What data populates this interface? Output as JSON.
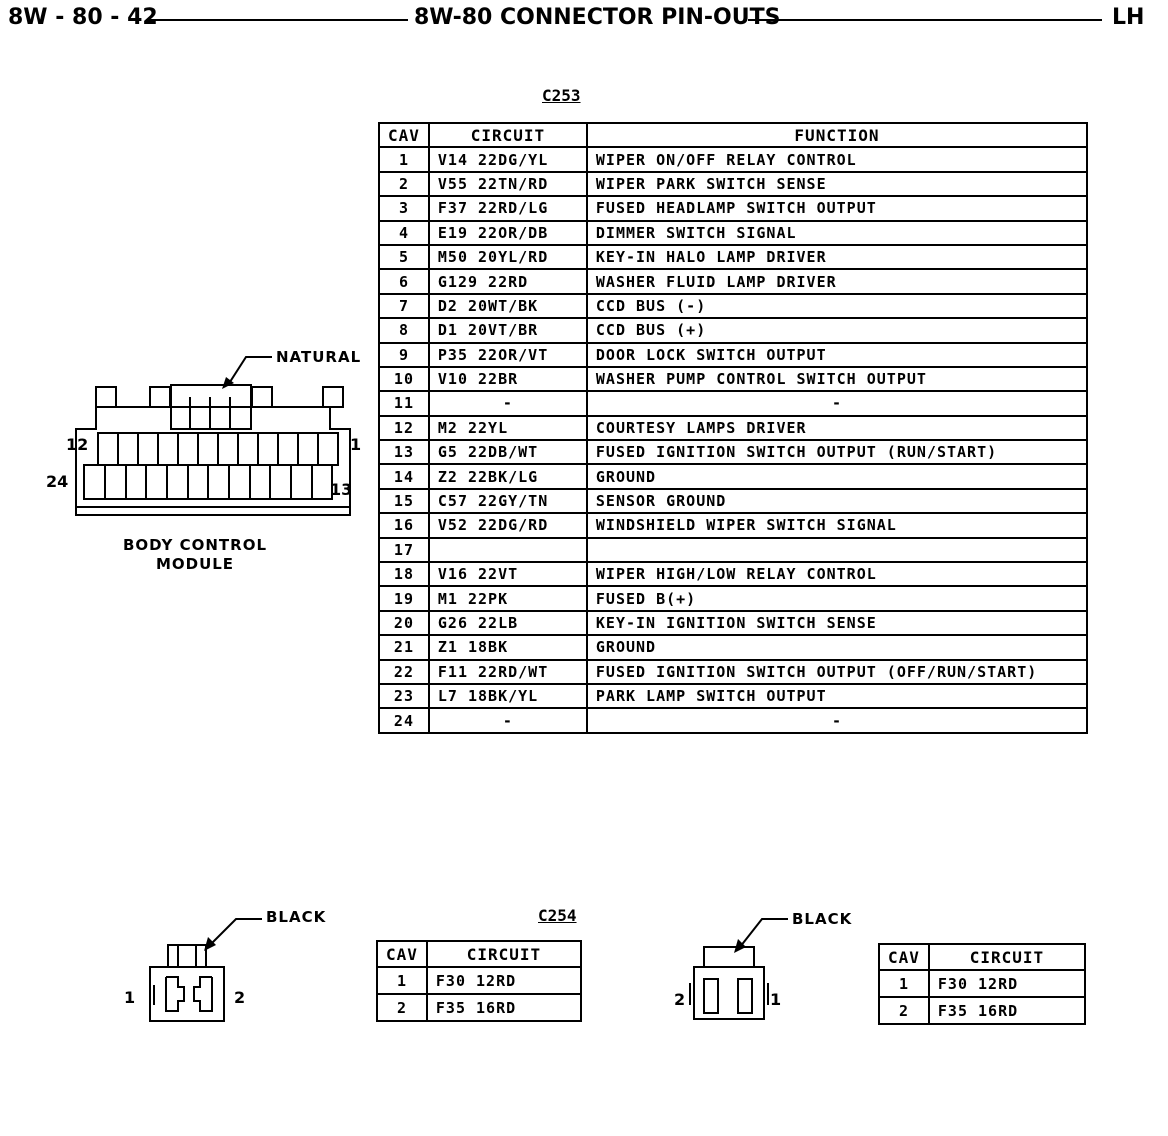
{
  "header": {
    "page_number": "8W - 80 - 42",
    "title": "8W-80 CONNECTOR PIN-OUTS",
    "side": "LH"
  },
  "c253": {
    "caption": "C253",
    "headers": [
      "CAV",
      "CIRCUIT",
      "FUNCTION"
    ],
    "rows": [
      {
        "cav": "1",
        "circuit": "V14 22DG/YL",
        "function": "WIPER ON/OFF RELAY CONTROL"
      },
      {
        "cav": "2",
        "circuit": "V55 22TN/RD",
        "function": "WIPER PARK SWITCH SENSE"
      },
      {
        "cav": "3",
        "circuit": "F37 22RD/LG",
        "function": "FUSED HEADLAMP SWITCH OUTPUT"
      },
      {
        "cav": "4",
        "circuit": "E19 22OR/DB",
        "function": "DIMMER SWITCH SIGNAL"
      },
      {
        "cav": "5",
        "circuit": "M50 20YL/RD",
        "function": "KEY-IN HALO LAMP DRIVER"
      },
      {
        "cav": "6",
        "circuit": "G129 22RD",
        "function": "WASHER FLUID LAMP DRIVER"
      },
      {
        "cav": "7",
        "circuit": "D2 20WT/BK",
        "function": "CCD BUS (-)"
      },
      {
        "cav": "8",
        "circuit": "D1 20VT/BR",
        "function": "CCD BUS (+)"
      },
      {
        "cav": "9",
        "circuit": "P35 22OR/VT",
        "function": "DOOR LOCK SWITCH OUTPUT"
      },
      {
        "cav": "10",
        "circuit": "V10 22BR",
        "function": "WASHER PUMP CONTROL SWITCH OUTPUT"
      },
      {
        "cav": "11",
        "circuit": "-",
        "function": "-"
      },
      {
        "cav": "12",
        "circuit": "M2 22YL",
        "function": "COURTESY LAMPS DRIVER"
      },
      {
        "cav": "13",
        "circuit": "G5 22DB/WT",
        "function": "FUSED IGNITION SWITCH OUTPUT (RUN/START)"
      },
      {
        "cav": "14",
        "circuit": "Z2 22BK/LG",
        "function": "GROUND"
      },
      {
        "cav": "15",
        "circuit": "C57 22GY/TN",
        "function": "SENSOR GROUND"
      },
      {
        "cav": "16",
        "circuit": "V52 22DG/RD",
        "function": "WINDSHIELD WIPER SWITCH SIGNAL"
      },
      {
        "cav": "17",
        "circuit": "",
        "function": ""
      },
      {
        "cav": "18",
        "circuit": "V16 22VT",
        "function": "WIPER HIGH/LOW RELAY CONTROL"
      },
      {
        "cav": "19",
        "circuit": "M1 22PK",
        "function": "FUSED B(+)"
      },
      {
        "cav": "20",
        "circuit": "G26 22LB",
        "function": "KEY-IN IGNITION SWITCH SENSE"
      },
      {
        "cav": "21",
        "circuit": "Z1 18BK",
        "function": "GROUND"
      },
      {
        "cav": "22",
        "circuit": "F11 22RD/WT",
        "function": "FUSED IGNITION SWITCH OUTPUT (OFF/RUN/START)"
      },
      {
        "cav": "23",
        "circuit": "L7 18BK/YL",
        "function": "PARK LAMP SWITCH OUTPUT"
      },
      {
        "cav": "24",
        "circuit": "-",
        "function": "-"
      }
    ]
  },
  "bcm": {
    "color_label": "NATURAL",
    "name_line1": "BODY CONTROL",
    "name_line2": "MODULE",
    "pin_12": "12",
    "pin_1": "1",
    "pin_24": "24",
    "pin_13": "13"
  },
  "c254": {
    "caption": "C254",
    "left_color": "BLACK",
    "right_color": "BLACK",
    "left_pin_1": "1",
    "left_pin_2": "2",
    "right_pin_2": "2",
    "right_pin_1": "1",
    "headers": [
      "CAV",
      "CIRCUIT"
    ],
    "rows": [
      {
        "cav": "1",
        "circuit": "F30 12RD"
      },
      {
        "cav": "2",
        "circuit": "F35 16RD"
      }
    ],
    "rows_right": [
      {
        "cav": "1",
        "circuit": "F30 12RD"
      },
      {
        "cav": "2",
        "circuit": "F35 16RD"
      }
    ]
  }
}
